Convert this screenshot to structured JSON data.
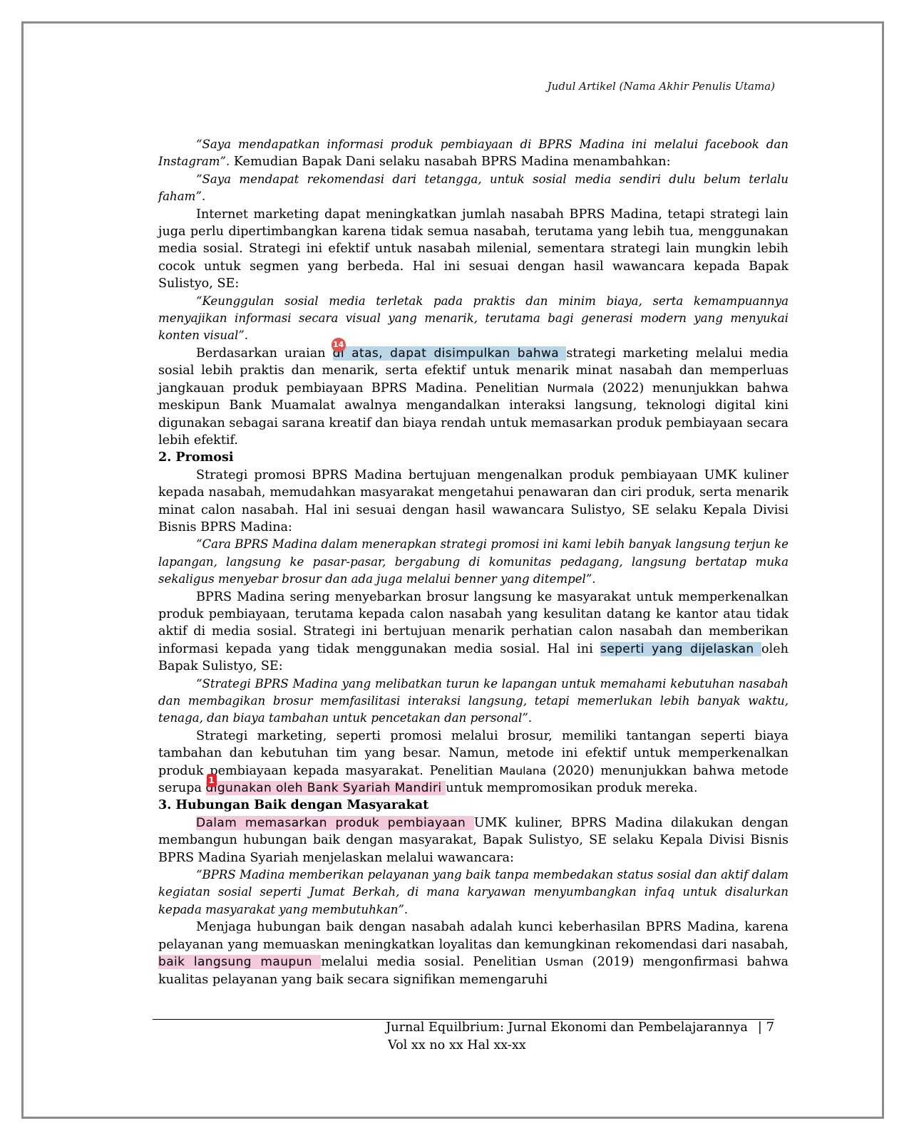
{
  "header": {
    "running_title": "Judul Artikel (Nama Akhir Penulis Utama)"
  },
  "blocks": {
    "p1_quote": "“Saya mendapatkan informasi produk pembiayaan di BPRS Madina ini melalui facebook dan Instagram”.",
    "p1_rest": " Kemudian Bapak Dani selaku nasabah BPRS Madina menambahkan:",
    "q2": "“Saya mendapat rekomendasi dari tetangga, untuk sosial media sendiri dulu belum terlalu faham”.",
    "p3": "Internet marketing dapat meningkatkan jumlah nasabah BPRS Madina, tetapi strategi lain juga perlu dipertimbangkan karena tidak semua nasabah, terutama yang lebih tua, menggunakan media sosial. Strategi ini efektif untuk nasabah milenial, sementara strategi lain mungkin lebih cocok untuk segmen yang berbeda. Hal ini sesuai dengan hasil wawancara kepada Bapak Sulistyo, SE:",
    "q4": "“Keunggulan sosial media terletak pada praktis dan minim biaya, serta kemampuannya menyajikan informasi secara visual yang menarik, terutama bagi generasi modern yang menyukai konten visual”.",
    "p5_a": "Berdasarkan uraian ",
    "p5_hl": "di atas, dapat disimpulkan bahwa ",
    "p5_badge": "14",
    "p5_b": "strategi marketing melalui media sosial lebih praktis dan menarik, serta efektif untuk menarik minat nasabah dan memperluas jangkauan produk pembiayaan BPRS Madina. Penelitian ",
    "p5_cite": "Nurmala",
    "p5_c": " (2022) menunjukkan bahwa meskipun Bank Muamalat awalnya mengandalkan interaksi langsung, teknologi digital kini digunakan sebagai sarana kreatif dan biaya rendah untuk memasarkan produk pembiayaan secara lebih efektif.",
    "h2_num": "2.",
    "h2_title": "Promosi",
    "p6": "Strategi promosi BPRS Madina bertujuan mengenalkan produk pembiayaan UMK kuliner kepada nasabah, memudahkan masyarakat mengetahui penawaran dan ciri produk, serta menarik minat calon nasabah. Hal ini sesuai dengan hasil wawancara Sulistyo, SE selaku Kepala Divisi Bisnis BPRS Madina:",
    "q7": "“Cara BPRS Madina dalam menerapkan strategi promosi ini kami lebih banyak langsung terjun ke lapangan, langsung ke pasar-pasar, bergabung di komunitas pedagang, langsung bertatap muka sekaligus menyebar brosur dan ada juga melalui benner yang ditempel”.",
    "p8_a": "BPRS Madina sering menyebarkan brosur langsung ke masyarakat untuk memperkenalkan produk pembiayaan, terutama kepada calon nasabah yang kesulitan datang ke kantor atau tidak aktif di media sosial. Strategi ini bertujuan menarik perhatian calon nasabah dan memberikan informasi kepada yang tidak menggunakan media sosial. Hal ini ",
    "p8_hl": "seperti yang dijelaskan ",
    "p8_b": "oleh Bapak Sulistyo, SE:",
    "q9": "“Strategi BPRS Madina yang melibatkan turun ke lapangan untuk memahami kebutuhan nasabah dan membagikan brosur memfasilitasi interaksi langsung, tetapi memerlukan lebih banyak waktu, tenaga, dan biaya tambahan untuk pencetakan dan personal”.",
    "p10_a": "Strategi marketing, seperti promosi melalui brosur, memiliki tantangan seperti biaya tambahan dan kebutuhan tim yang besar. Namun, metode ini efektif untuk memperkenalkan produk pembiayaan kepada masyarakat. Penelitian ",
    "p10_cite": "Maulana",
    "p10_b": " (2020) menunjukkan bahwa metode serupa ",
    "p10_hl": "digunakan oleh Bank Syariah Mandiri ",
    "p10_badge": "1",
    "p10_c": "untuk mempromosikan produk mereka.",
    "h3_num": "3.",
    "h3_title": "Hubungan Baik dengan Masyarakat",
    "p11_hl": "Dalam memasarkan produk pembiayaan ",
    "p11_b": "UMK kuliner, BPRS Madina dilakukan dengan membangun hubungan baik dengan masyarakat, Bapak Sulistyo, SE selaku Kepala Divisi Bisnis BPRS Madina Syariah menjelaskan melalui wawancara:",
    "q12": "“BPRS Madina memberikan pelayanan yang baik tanpa membedakan status sosial dan aktif dalam kegiatan sosial seperti Jumat Berkah, di mana karyawan menyumbangkan infaq untuk disalurkan kepada masyarakat yang membutuhkan”.",
    "p13_a": "Menjaga hubungan baik dengan nasabah adalah kunci keberhasilan BPRS Madina, karena pelayanan yang memuaskan meningkatkan loyalitas dan kemungkinan rekomendasi dari nasabah, ",
    "p13_hl": "baik langsung maupun ",
    "p13_b": "melalui media sosial. Penelitian ",
    "p13_cite": "Usman",
    "p13_c": " (2019) mengonfirmasi bahwa kualitas pelayanan yang baik secara signifikan memengaruhi"
  },
  "footer": {
    "journal": "Jurnal Equilbrium: Jurnal Ekonomi dan Pembelajarannya",
    "separator": "|",
    "page_number": "7",
    "volume": "Vol xx no xx Hal xx-xx"
  },
  "colors": {
    "highlight_blue": "#b9d6e8",
    "highlight_pink": "#f4c9dc",
    "badge_red": "#e0524f"
  }
}
